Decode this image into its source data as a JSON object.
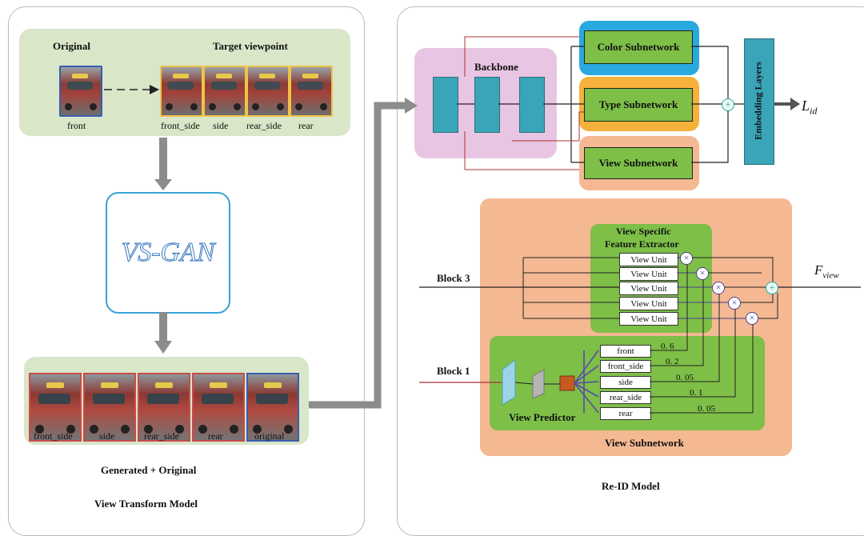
{
  "left": {
    "original_label": "Original",
    "target_label": "Target viewpoint",
    "original_view": "front",
    "target_views": [
      "front_side",
      "side",
      "rear_side",
      "rear"
    ],
    "vsgan": "VS-GAN",
    "generated_views": [
      "front_side",
      "side",
      "rear_side",
      "rear",
      "original"
    ],
    "generated_caption": "Generated + Original",
    "model_caption": "View Transform  Model"
  },
  "right": {
    "backbone": "Backbone",
    "color_subnet": "Color Subnetwork",
    "type_subnet": "Type Subnetwork",
    "view_subnet": "View Subnetwork",
    "embedding": "Embedding  Layers",
    "loss": "L",
    "loss_sub": "id",
    "vsfe_title_1": "View Specific",
    "vsfe_title_2": "Feature Extractor",
    "view_units": [
      "View Unit",
      "View Unit",
      "View Unit",
      "View Unit",
      "View Unit"
    ],
    "block3": "Block 3",
    "block1": "Block 1",
    "fview": "F",
    "fview_sub": "view",
    "view_labels": [
      "front",
      "front_side",
      "side",
      "rear_side",
      "rear"
    ],
    "weights": [
      "0. 6",
      "0. 2",
      "0. 05",
      "0. 1",
      "0. 05"
    ],
    "view_predictor": "View Predictor",
    "view_subnetwork_caption": "View Subnetwork",
    "reid_caption": "Re-ID Model"
  },
  "colors": {
    "panel_green": "#d9e6c8",
    "bright_green": "#7dbf47",
    "salmon": "#f4b892",
    "pink": "#e8c5e2",
    "teal": "#3aa5b8",
    "sky": "#2aa8e0",
    "orange": "#f5b13a"
  }
}
